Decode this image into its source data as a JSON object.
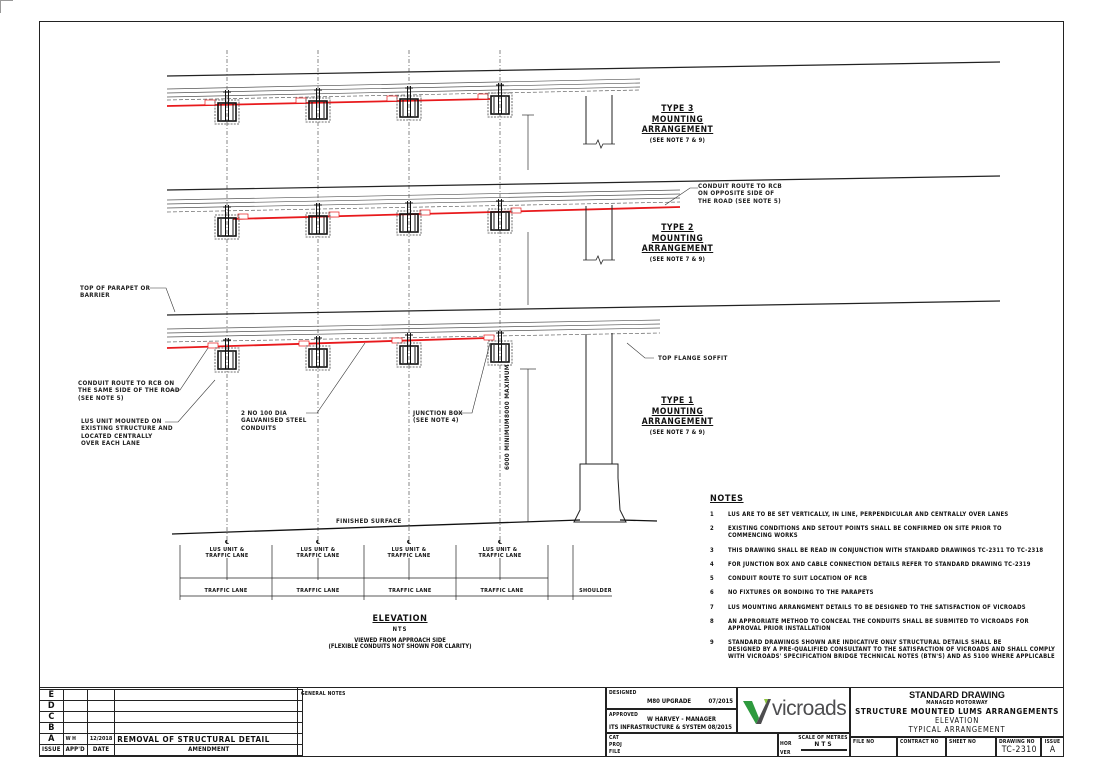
{
  "drawing": {
    "type3": {
      "title": "TYPE 3",
      "subtitle": "MOUNTING ARRANGEMENT",
      "ref": "(SEE NOTE 7 & 9)"
    },
    "type2": {
      "title": "TYPE 2",
      "subtitle": "MOUNTING ARRANGEMENT",
      "ref": "(SEE NOTE 7 & 9)"
    },
    "type1": {
      "title": "TYPE 1",
      "subtitle": "MOUNTING ARRANGEMENT",
      "ref": "(SEE NOTE 7 & 9)"
    },
    "callouts": {
      "conduit_opposite": "CONDUIT ROUTE TO RCB\nON OPPOSITE SIDE OF\nTHE ROAD (SEE NOTE 5)",
      "top_parapet": "TOP OF PARAPET OR\nBARRIER",
      "conduit_same": "CONDUIT ROUTE TO RCB ON\nTHE SAME SIDE OF THE ROAD\n(SEE NOTE 5)",
      "lus_unit": "LUS UNIT MOUNTED ON\nEXISTING STRUCTURE AND\nLOCATED CENTRALLY\nOVER EACH LANE",
      "steel_conduits": "2 No 100 DIA\nGALVANISED STEEL\nCONDUITS",
      "junction_box": "JUNCTION BOX\n(SEE NOTE 4)",
      "top_flange": "TOP FLANGE SOFFIT",
      "clearance_min": "6000 MINIMUM",
      "clearance_max": "8000 MAXIMUM",
      "finished_surface": "FINISHED SURFACE"
    },
    "lanes": [
      {
        "centre": "LUS UNIT &\nTRAFFIC LANE",
        "label": "TRAFFIC LANE"
      },
      {
        "centre": "LUS UNIT &\nTRAFFIC LANE",
        "label": "TRAFFIC LANE"
      },
      {
        "centre": "LUS UNIT &\nTRAFFIC LANE",
        "label": "TRAFFIC LANE"
      },
      {
        "centre": "LUS UNIT &\nTRAFFIC LANE",
        "label": "TRAFFIC LANE"
      }
    ],
    "shoulder": "SHOULDER",
    "centreline_symbol": "℄",
    "elevation": {
      "title": "ELEVATION",
      "scale": "NTS",
      "note1": "VIEWED FROM APPROACH SIDE",
      "note2": "(FLEXIBLE CONDUITS NOT SHOWN FOR CLARITY)"
    },
    "colors": {
      "conduit": "#e8191c",
      "line": "#222222",
      "brand_green": "#2e9a3e",
      "brand_gray": "#4d4d4f"
    }
  },
  "notes": {
    "heading": "NOTES",
    "items": [
      {
        "num": "1",
        "text": "LUS  ARE TO BE SET VERTICALLY, IN LINE, PERPENDICULAR AND CENTRALLY OVER LANES"
      },
      {
        "num": "2",
        "text": "EXISTING CONDITIONS AND SETOUT POINTS SHALL BE CONFIRMED ON SITE PRIOR TO\nCOMMENCING WORKS"
      },
      {
        "num": "3",
        "text": "THIS DRAWING SHALL BE READ IN CONJUNCTION WITH STANDARD DRAWINGS TC-2311 TO TC-2318"
      },
      {
        "num": "4",
        "text": "FOR JUNCTION BOX AND CABLE CONNECTION DETAILS REFER TO STANDARD DRAWING TC-2319"
      },
      {
        "num": "5",
        "text": "CONDUIT ROUTE TO SUIT LOCATION OF RCB"
      },
      {
        "num": "6",
        "text": "NO FIXTURES OR BONDING TO THE PARAPETS"
      },
      {
        "num": "7",
        "text": "LUS MOUNTING ARRANGMENT DETAILS TO BE DESIGNED TO THE SATISFACTION OF VICROADS"
      },
      {
        "num": "8",
        "text": "AN APPRORIATE METHOD TO CONCEAL THE CONDUITS SHALL BE SUBMITED TO VICROADS FOR\nAPPROVAL PRIOR INSTALLATION"
      },
      {
        "num": "9",
        "text": "STANDARD DRAWINGS SHOWN ARE INDICATIVE ONLY STRUCTURAL DETAILS SHALL BE\nDESIGNED BY A PRE-QUALIFIED CONSULTANT TO THE SATISFACTION OF VICROADS AND SHALL COMPLY\nWITH VICROADS' SPECIFICATION BRIDGE TECHNICAL NOTES (BTN'S) AND AS 5100 WHERE APPLICABLE"
      }
    ]
  },
  "title_block": {
    "revisions": [
      {
        "issue": "E",
        "appd": "",
        "date": "",
        "amendment": ""
      },
      {
        "issue": "D",
        "appd": "",
        "date": "",
        "amendment": ""
      },
      {
        "issue": "C",
        "appd": "",
        "date": "",
        "amendment": ""
      },
      {
        "issue": "B",
        "appd": "",
        "date": "",
        "amendment": ""
      },
      {
        "issue": "A",
        "appd": "W H",
        "date": "12/2018",
        "amendment": "REMOVAL OF STRUCTURAL DETAIL"
      }
    ],
    "rev_headers": {
      "issue": "ISSUE",
      "appd": "APP'D",
      "date": "DATE",
      "amendment": "AMENDMENT"
    },
    "general_notes": "GENERAL NOTES",
    "designed_label": "DESIGNED",
    "designed_value": "M80 UPGRADE",
    "designed_date": "07/2015",
    "approved_label": "APPROVED",
    "approved_name": "W HARVEY - MANAGER",
    "approved_dept": "ITS INFRASTRUCTURE & SYSTEM 08/2015",
    "cat": "CAT",
    "proj": "PROJ",
    "file": "FILE",
    "hor": "HOR",
    "ver": "VER",
    "scale_label": "SCALE OF METRES",
    "scale_value": "N T S",
    "brand": "vicroads",
    "std_drawing": "STANDARD DRAWING",
    "category": "MANAGED MOTORWAY",
    "title1": "STRUCTURE MOUNTED LUMS ARRANGEMENTS",
    "title2": "ELEVATION",
    "title3": "TYPICAL ARRANGEMENT",
    "file_no_label": "FILE NO",
    "contract_no_label": "CONTRACT NO",
    "sheet_no_label": "SHEET NO",
    "drawing_no_label": "DRAWING NO",
    "drawing_no": "TC-2310",
    "issue_label": "ISSUE",
    "issue": "A"
  }
}
